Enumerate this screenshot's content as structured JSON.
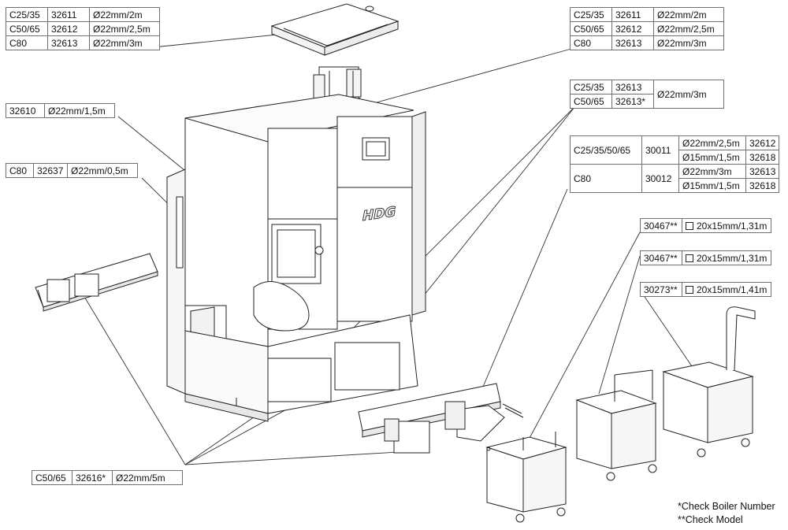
{
  "tables": {
    "top_left": {
      "rows": [
        {
          "model": "C25/35",
          "code": "32611",
          "dim": "Ø22mm/2m"
        },
        {
          "model": "C50/65",
          "code": "32612",
          "dim": "Ø22mm/2,5m"
        },
        {
          "model": "C80",
          "code": "32613",
          "dim": "Ø22mm/3m"
        }
      ]
    },
    "top_right": {
      "rows": [
        {
          "model": "C25/35",
          "code": "32611",
          "dim": "Ø22mm/2m"
        },
        {
          "model": "C50/65",
          "code": "32612",
          "dim": "Ø22mm/2,5m"
        },
        {
          "model": "C80",
          "code": "32613",
          "dim": "Ø22mm/3m"
        }
      ]
    },
    "mid_right": {
      "rows": [
        {
          "model": "C25/35",
          "code": "32613"
        },
        {
          "model": "C50/65",
          "code": "32613*"
        }
      ],
      "dim": "Ø22mm/3m"
    },
    "combo": {
      "groups": [
        {
          "model": "C25/35/50/65",
          "code": "30011",
          "rows": [
            {
              "dim": "Ø22mm/2,5m",
              "part": "32612"
            },
            {
              "dim": "Ø15mm/1,5m",
              "part": "32618"
            }
          ]
        },
        {
          "model": "C80",
          "code": "30012",
          "rows": [
            {
              "dim": "Ø22mm/3m",
              "part": "32613"
            },
            {
              "dim": "Ø15mm/1,5m",
              "part": "32618"
            }
          ]
        }
      ]
    },
    "left_32610": {
      "code": "32610",
      "dim": "Ø22mm/1,5m"
    },
    "left_c80": {
      "model": "C80",
      "code": "32637",
      "dim": "Ø22mm/0,5m"
    },
    "cart1": {
      "code": "30467**",
      "dim": "20x15mm/1,31m"
    },
    "cart2": {
      "code": "30467**",
      "dim": "20x15mm/1,31m"
    },
    "cart3": {
      "code": "30273**",
      "dim": "20x15mm/1,41m"
    },
    "bottom": {
      "model": "C50/65",
      "code": "32616*",
      "dim": "Ø22mm/5m"
    }
  },
  "brand": "HDG",
  "notes": {
    "boiler": "*Check Boiler Number",
    "model": "**Check Model"
  }
}
